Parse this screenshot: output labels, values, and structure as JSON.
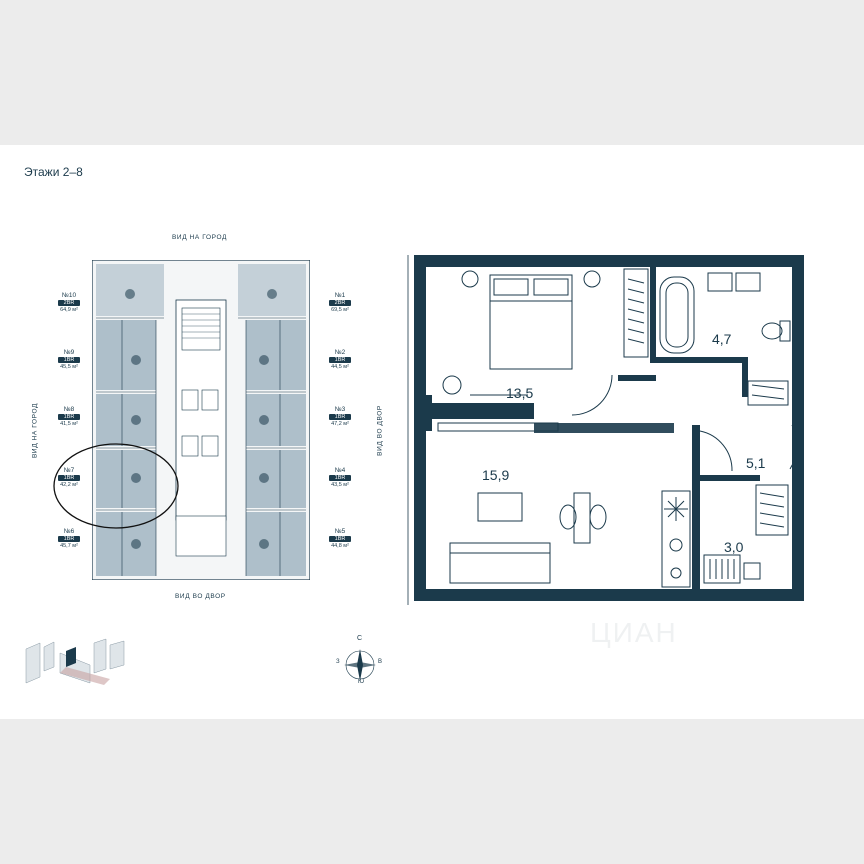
{
  "floors_title": "Этажи 2–8",
  "directions": {
    "top": "ВИД НА ГОРОД",
    "bottom": "ВИД ВО ДВОР",
    "left": "ВИД НА ГОРОД",
    "plan_side": "ВИД ВО ДВОР"
  },
  "units": [
    {
      "num": "№10",
      "type": "2BR",
      "area": "64,9 м²"
    },
    {
      "num": "№9",
      "type": "1BR",
      "area": "45,5 м²"
    },
    {
      "num": "№8",
      "type": "1BR",
      "area": "41,5 м²"
    },
    {
      "num": "№7",
      "type": "1BR",
      "area": "42,2 м²"
    },
    {
      "num": "№6",
      "type": "1BR",
      "area": "45,7 м²"
    },
    {
      "num": "№1",
      "type": "2BR",
      "area": "69,5 м²"
    },
    {
      "num": "№2",
      "type": "1BR",
      "area": "44,5 м²"
    },
    {
      "num": "№3",
      "type": "1BR",
      "area": "47,2 м²"
    },
    {
      "num": "№4",
      "type": "1BR",
      "area": "43,5 м²"
    },
    {
      "num": "№5",
      "type": "1BR",
      "area": "44,8 м²"
    }
  ],
  "rooms": {
    "bedroom": "13,5",
    "living": "15,9",
    "bathroom": "4,7",
    "hall": "5,1",
    "laundry": "3,0"
  },
  "compass": {
    "n": "С",
    "s": "Ю",
    "e": "В",
    "w": "З"
  },
  "watermark": "ЦИАН",
  "colors": {
    "primary": "#1b3a4b",
    "highlight": "#aebfca",
    "background": "#ffffff"
  }
}
